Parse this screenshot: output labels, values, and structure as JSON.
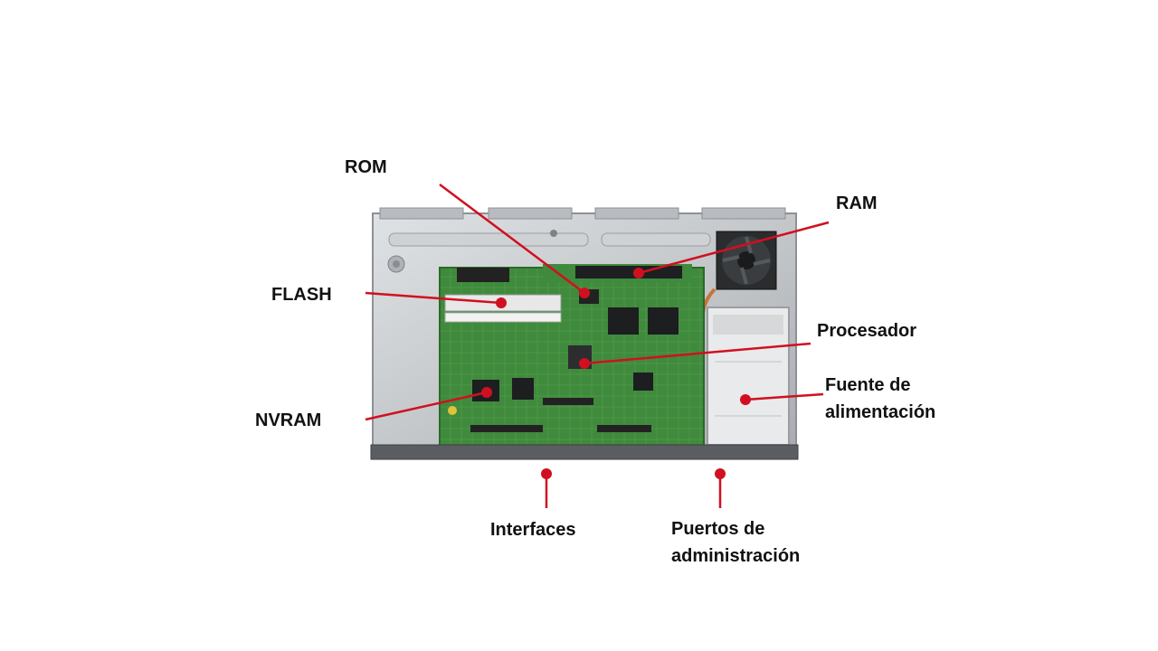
{
  "labels": {
    "rom": "ROM",
    "ram": "RAM",
    "flash": "FLASH",
    "procesador": "Procesador",
    "fuente_line1": "Fuente de",
    "fuente_line2": "alimentación",
    "nvram": "NVRAM",
    "interfaces": "Interfaces",
    "puertos_line1": "Puertos de",
    "puertos_line2": "administración"
  },
  "colors": {
    "leader": "#d01020",
    "board": "#3f8a3c",
    "chassis": "#c7cacd",
    "bezel": "#5a5e63"
  }
}
